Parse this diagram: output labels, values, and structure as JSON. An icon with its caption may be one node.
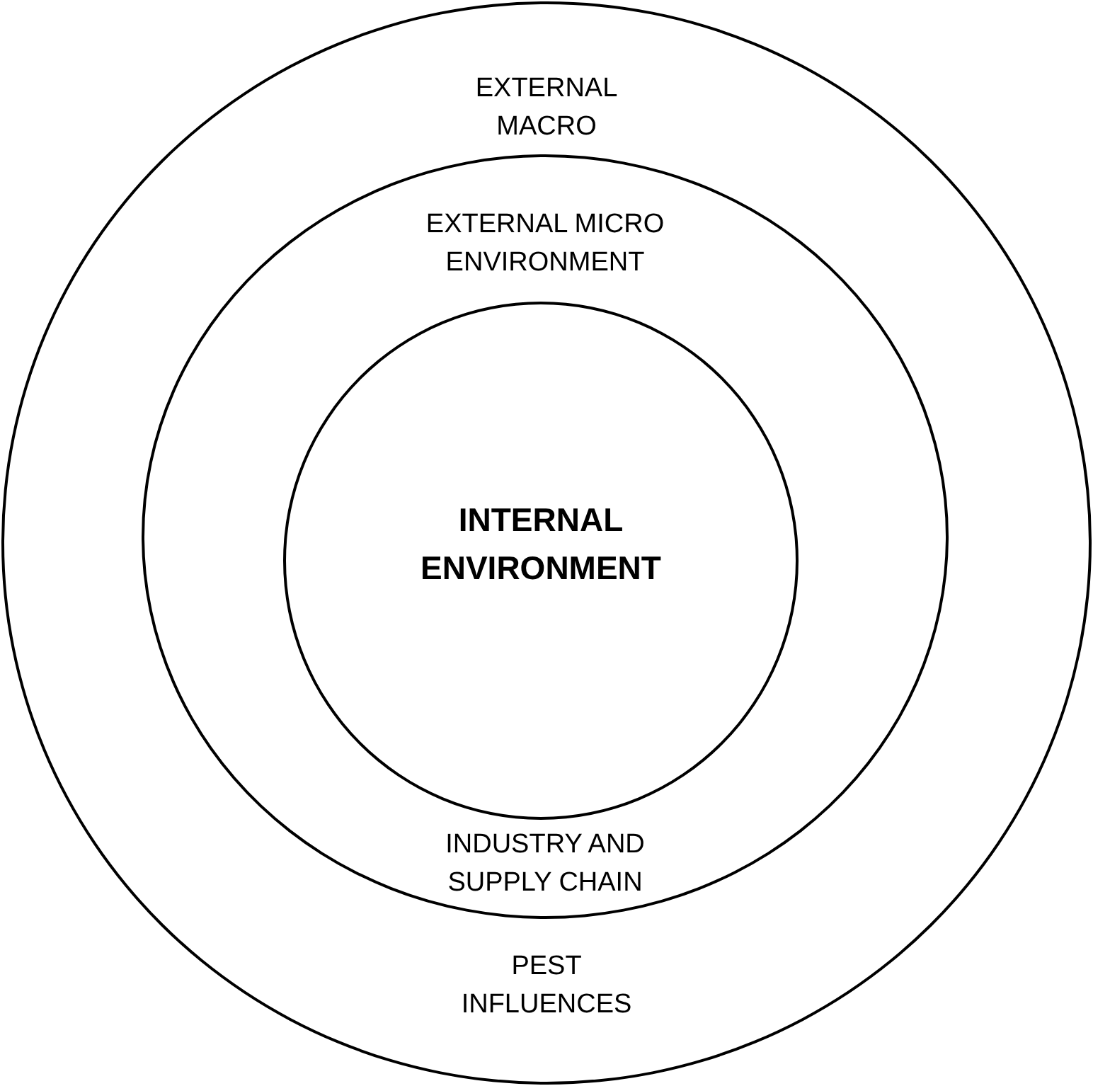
{
  "diagram": {
    "nodes": [
      {
        "text": [
          "EXTERNAL MACRO",
          "PEST INFLUENCES"
        ]
      },
      {
        "text": [
          "EXTERNAL MICRO ENVIRONMENT",
          "INDUSTRY AND SUPPLY CHAIN"
        ],
        "in": 0
      },
      {
        "text": [
          "INTERNAL ENVIRONMENT"
        ],
        "in": 1
      }
    ]
  }
}
